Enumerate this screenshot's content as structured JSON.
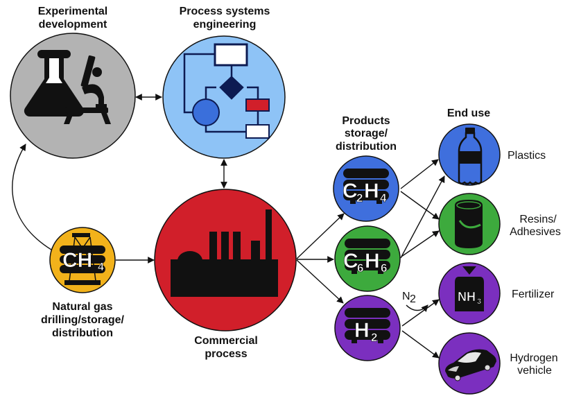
{
  "headings": {
    "experimental": [
      "Experimental",
      "development"
    ],
    "process_systems": [
      "Process systems",
      "engineering"
    ],
    "products": [
      "Products",
      "storage/",
      "distribution"
    ],
    "end_use": "End use",
    "natural_gas": [
      "Natural gas",
      "drilling/storage/",
      "distribution"
    ],
    "commercial": [
      "Commercial",
      "process"
    ]
  },
  "nodes": {
    "ch4": {
      "main1": "CH",
      "sub": "4",
      "color": "#F2B21B"
    },
    "experimental": {
      "color": "#B3B3B3",
      "icon": "flask-microscope-icon"
    },
    "process_systems": {
      "color": "#8EC3F6",
      "icon": "flowchart-icon"
    },
    "commercial": {
      "color": "#D11F2A",
      "icon": "factory-icon"
    },
    "c2h4": {
      "a": "C",
      "asub": "2",
      "b": "H",
      "bsub": "4",
      "color": "#3F6FDD"
    },
    "c6h6": {
      "a": "C",
      "asub": "6",
      "b": "H",
      "bsub": "6",
      "color": "#3DAA3D"
    },
    "h2": {
      "b": "H",
      "bsub": "2",
      "color": "#7B2FBF"
    }
  },
  "end_uses": [
    {
      "label": [
        "Plastics"
      ],
      "color": "#3F6FDD",
      "icon": "bottle-icon"
    },
    {
      "label": [
        "Resins/",
        "Adhesives"
      ],
      "color": "#3DAA3D",
      "icon": "paint-can-icon"
    },
    {
      "label": [
        "Fertilizer"
      ],
      "color": "#7B2FBF",
      "icon": "ammonia-bag-icon",
      "bag_text": "NH",
      "bag_sub": "3"
    },
    {
      "label": [
        "Hydrogen",
        "vehicle"
      ],
      "color": "#7B2FBF",
      "icon": "car-icon"
    }
  ],
  "n2_label": {
    "main": "N",
    "sub": "2"
  }
}
